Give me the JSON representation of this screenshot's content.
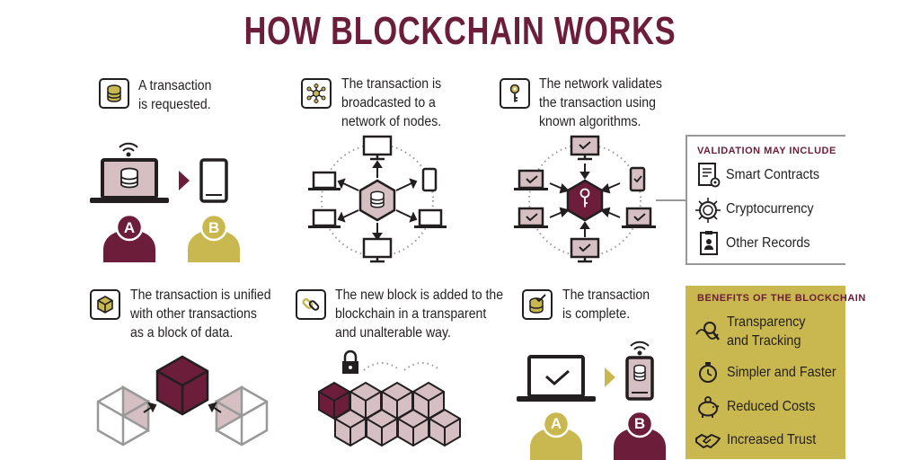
{
  "title": "HOW BLOCKCHAIN WORKS",
  "colors": {
    "maroon": "#6b1d3a",
    "gold": "#c9b84f",
    "pink": "#d6bfc3",
    "dark": "#231f20"
  },
  "steps": [
    {
      "text_line1": "A transaction",
      "text_line2": "is requested.",
      "icon": "database-icon"
    },
    {
      "text_line1": "The transaction is",
      "text_line2": "broadcasted to a",
      "text_line3": "network of nodes.",
      "icon": "network-icon"
    },
    {
      "text_line1": "The network validates",
      "text_line2": "the transaction using",
      "text_line3": "known algorithms.",
      "icon": "key-icon"
    },
    {
      "text_line1": "The transaction is unified",
      "text_line2": "with other transactions",
      "text_line3": "as a block of data.",
      "icon": "cube-icon"
    },
    {
      "text_line1": "The new block is added to the",
      "text_line2": "blockchain in a transparent",
      "text_line3": "and unalterable way.",
      "icon": "chain-icon"
    },
    {
      "text_line1": "The transaction",
      "text_line2": "is complete.",
      "icon": "check-database-icon"
    }
  ],
  "users": {
    "a": "A",
    "b": "B"
  },
  "validation": {
    "title": "VALIDATION MAY INCLUDE",
    "items": [
      {
        "label": "Smart Contracts",
        "icon": "contract-icon"
      },
      {
        "label": "Cryptocurrency",
        "icon": "coin-icon"
      },
      {
        "label": "Other Records",
        "icon": "records-icon"
      }
    ]
  },
  "benefits": {
    "title": "BENEFITS OF THE BLOCKCHAIN",
    "items": [
      {
        "label_line1": "Transparency",
        "label_line2": "and Tracking",
        "icon": "magnifier-icon"
      },
      {
        "label_line1": "Simpler and Faster",
        "icon": "stopwatch-icon"
      },
      {
        "label_line1": "Reduced Costs",
        "icon": "piggy-bank-icon"
      },
      {
        "label_line1": "Increased Trust",
        "icon": "handshake-icon"
      }
    ]
  }
}
